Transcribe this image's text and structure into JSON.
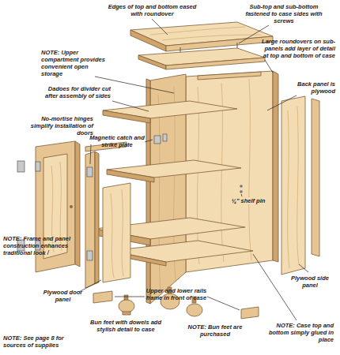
{
  "diagram": {
    "labels": [
      "Edges of top and bottom eased with roundover",
      "Sub-top and sub-bottom fastened to case sides with screws",
      "NOTE: Upper compartment provides convenient open storage",
      "Large roundovers on sub-panels add layer of detail at top and bottom of case",
      "Dadoes for divider cut after assembly of sides",
      "Back panel is plywood",
      "No-mortise hinges simplify installation of doors",
      "Magnetic catch and strike plate",
      "¼\" shelf pin",
      "NOTE: Frame and panel construction enhances traditional look",
      "Plywood door panel",
      "Plywood side panel",
      "Upper and lower rails frame in front of case",
      "Bun feet with dowels add stylish detail to case",
      "NOTE: Bun feet are purchased",
      "NOTE: See page 8 for sources of supplies",
      "NOTE: Case top and bottom simply glued in place"
    ]
  }
}
